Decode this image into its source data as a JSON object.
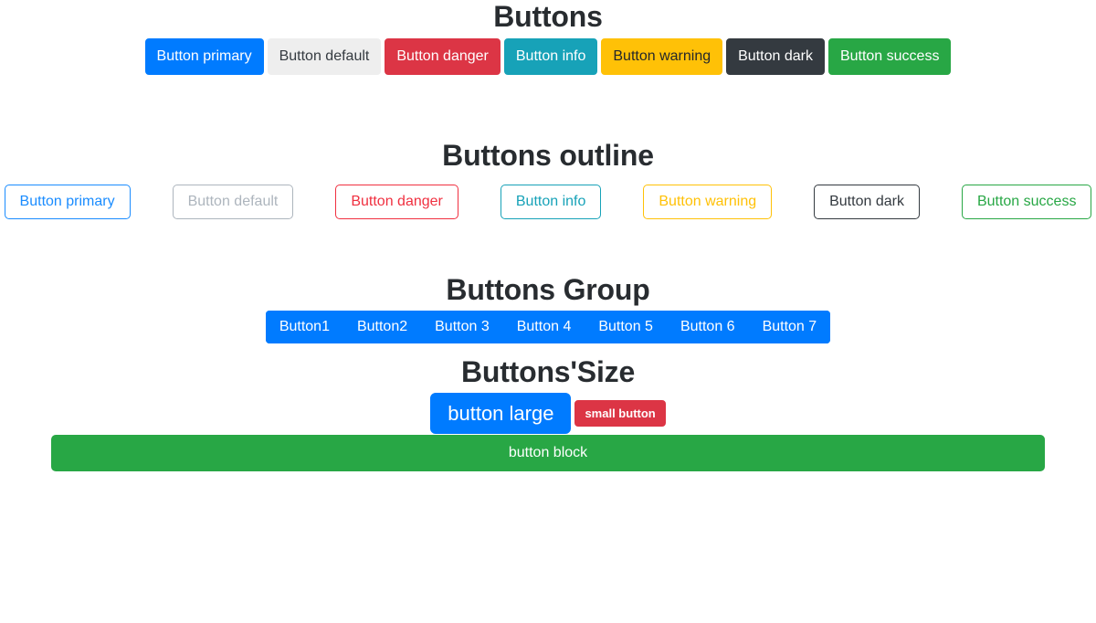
{
  "page": {
    "background_color": "#ffffff",
    "text_color": "#212529"
  },
  "sections": {
    "solid": {
      "title": "Buttons",
      "buttons": [
        {
          "label": "Button primary",
          "variant": "primary",
          "bg": "#007bff",
          "fg": "#ffffff"
        },
        {
          "label": "Button default",
          "variant": "default",
          "bg": "#eeeeee",
          "fg": "#343a40"
        },
        {
          "label": "Button danger",
          "variant": "danger",
          "bg": "#dc3545",
          "fg": "#ffffff"
        },
        {
          "label": "Button info",
          "variant": "info",
          "bg": "#17a2b8",
          "fg": "#ffffff"
        },
        {
          "label": "Button warning",
          "variant": "warning",
          "bg": "#ffc107",
          "fg": "#23272b"
        },
        {
          "label": "Button dark",
          "variant": "dark",
          "bg": "#343a40",
          "fg": "#ffffff"
        },
        {
          "label": "Button success",
          "variant": "success",
          "bg": "#28a745",
          "fg": "#ffffff"
        }
      ]
    },
    "outline": {
      "title": "Buttons outline",
      "buttons": [
        {
          "label": "Button primary",
          "variant": "primary",
          "border": "#1a8cff",
          "fg": "#1a8cff"
        },
        {
          "label": "Button default",
          "variant": "default",
          "border": "#adb5bd",
          "fg": "#adb5bd"
        },
        {
          "label": "Button danger",
          "variant": "danger",
          "border": "#f03040",
          "fg": "#f03040"
        },
        {
          "label": "Button info",
          "variant": "info",
          "border": "#17a2b8",
          "fg": "#17a2b8"
        },
        {
          "label": "Button warning",
          "variant": "warning",
          "border": "#ffc107",
          "fg": "#ffc107"
        },
        {
          "label": "Button dark",
          "variant": "dark",
          "border": "#343a40",
          "fg": "#343a40"
        },
        {
          "label": "Button success",
          "variant": "success",
          "border": "#28a745",
          "fg": "#28a745"
        }
      ]
    },
    "group": {
      "title": "Buttons Group",
      "bg": "#007bff",
      "fg": "#ffffff",
      "buttons": [
        {
          "label": "Button1"
        },
        {
          "label": "Button2"
        },
        {
          "label": "Button 3"
        },
        {
          "label": "Button 4"
        },
        {
          "label": "Button 5"
        },
        {
          "label": "Button 6"
        },
        {
          "label": "Button 7"
        }
      ]
    },
    "sizes": {
      "title": "Buttons'Size",
      "large": {
        "label": "button large",
        "bg": "#007bff",
        "fg": "#ffffff"
      },
      "small": {
        "label": "small button",
        "bg": "#dc3545",
        "fg": "#ffffff"
      },
      "block": {
        "label": "button block",
        "bg": "#28a745",
        "fg": "#ffffff"
      }
    }
  }
}
